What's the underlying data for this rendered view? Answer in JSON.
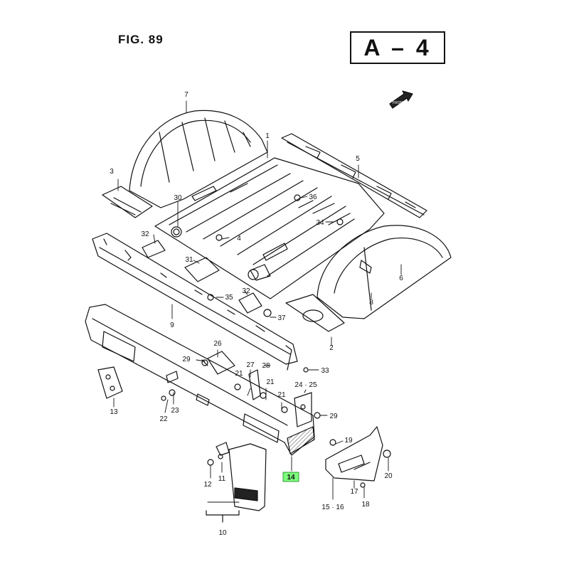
{
  "figure": {
    "title": "FIG. 89",
    "section_code": "A – 4"
  },
  "front_mark": "FRONT",
  "callouts": [
    {
      "id": "c1",
      "label": "1"
    },
    {
      "id": "c2",
      "label": "2"
    },
    {
      "id": "c3",
      "label": "3"
    },
    {
      "id": "c4",
      "label": "4"
    },
    {
      "id": "c5",
      "label": "5"
    },
    {
      "id": "c6",
      "label": "6"
    },
    {
      "id": "c7",
      "label": "7"
    },
    {
      "id": "c8",
      "label": "8"
    },
    {
      "id": "c9",
      "label": "9"
    },
    {
      "id": "c10",
      "label": "10"
    },
    {
      "id": "c11",
      "label": "11"
    },
    {
      "id": "c12",
      "label": "12"
    },
    {
      "id": "c13",
      "label": "13"
    },
    {
      "id": "c14",
      "label": "14",
      "highlighted": true
    },
    {
      "id": "c15",
      "label": "15 · 16"
    },
    {
      "id": "c17",
      "label": "17"
    },
    {
      "id": "c18",
      "label": "18"
    },
    {
      "id": "c19",
      "label": "19"
    },
    {
      "id": "c20",
      "label": "20"
    },
    {
      "id": "c21a",
      "label": "21"
    },
    {
      "id": "c21b",
      "label": "21"
    },
    {
      "id": "c21c",
      "label": "21"
    },
    {
      "id": "c22",
      "label": "22"
    },
    {
      "id": "c23",
      "label": "23"
    },
    {
      "id": "c24",
      "label": "24 · 25"
    },
    {
      "id": "c26",
      "label": "26"
    },
    {
      "id": "c27",
      "label": "27"
    },
    {
      "id": "c28",
      "label": "28"
    },
    {
      "id": "c29a",
      "label": "29"
    },
    {
      "id": "c29b",
      "label": "29"
    },
    {
      "id": "c30",
      "label": "30"
    },
    {
      "id": "c31",
      "label": "31"
    },
    {
      "id": "c32a",
      "label": "32"
    },
    {
      "id": "c32b",
      "label": "32"
    },
    {
      "id": "c33",
      "label": "33"
    },
    {
      "id": "c34",
      "label": "34"
    },
    {
      "id": "c35",
      "label": "35"
    },
    {
      "id": "c36",
      "label": "36"
    },
    {
      "id": "c37",
      "label": "37"
    }
  ],
  "colors": {
    "ink": "#111111",
    "highlight": "#7CFC7C",
    "paper": "#ffffff"
  }
}
